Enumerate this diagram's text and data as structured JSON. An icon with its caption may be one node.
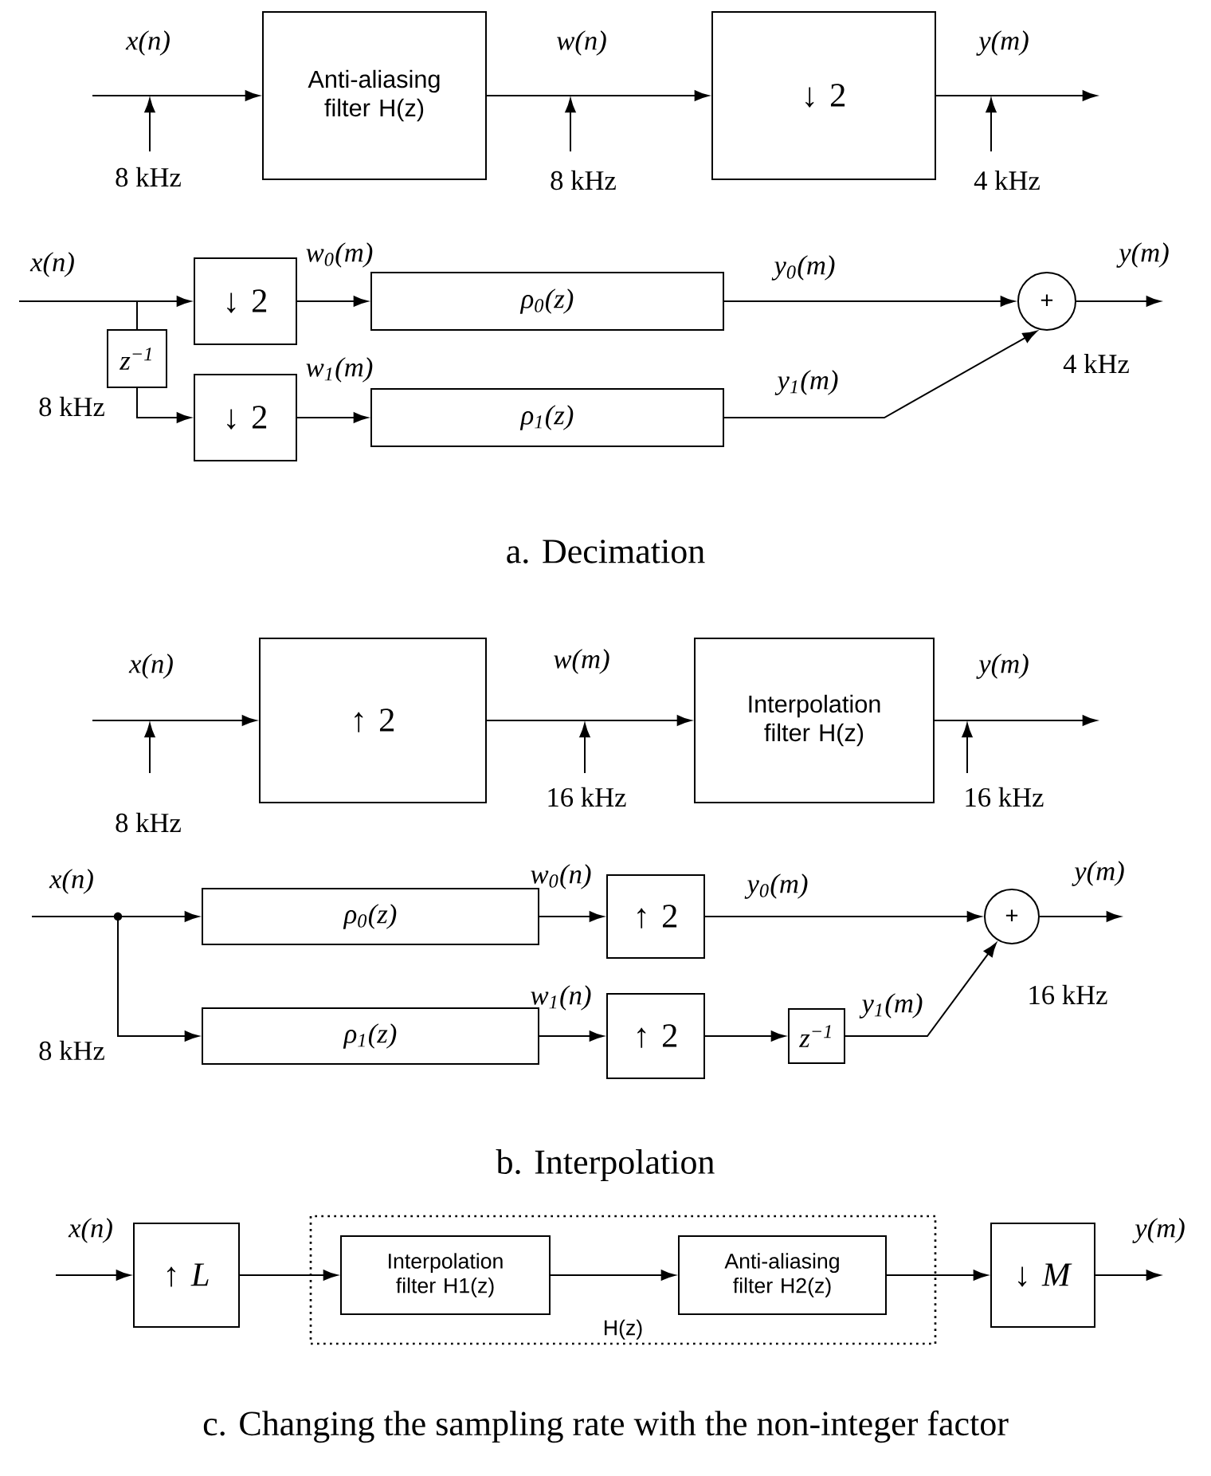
{
  "diagram": {
    "nodes": [
      {
        "text": [
          "Anti-aliasing filter H(z)"
        ]
      },
      {
        "text": [
          "↓ 2"
        ]
      },
      {
        "text": [
          "↓ 2"
        ]
      },
      {
        "text": [
          "z$^{−1}$"
        ]
      },
      {
        "text": [
          "↓ 2"
        ]
      },
      {
        "text": [
          "ρ$_{0}$(z)"
        ]
      },
      {
        "text": [
          "ρ$_{1}$(z)"
        ]
      },
      {
        "text": [
          "+"
        ]
      },
      {
        "text": [
          "↑ 2"
        ]
      },
      {
        "text": [
          "Interpolation filter H(z)"
        ]
      },
      {
        "text": [
          "ρ$_{0}$(z)"
        ]
      },
      {
        "text": [
          "↑ 2"
        ]
      },
      {
        "text": [
          "ρ$_{1}$(z)"
        ]
      },
      {
        "text": [
          "↑ 2"
        ]
      },
      {
        "text": [
          "z$^{−1}$"
        ]
      },
      {
        "text": [
          "+"
        ]
      },
      {
        "text": [
          "↑ *L*"
        ]
      },
      {
        "text": [
          "H(z)"
        ]
      },
      {
        "text": [
          "Interpolation filter H1(z)"
        ],
        "in": 17
      },
      {
        "text": [
          "Anti-aliasing filter H2(z)"
        ],
        "in": 17
      },
      {
        "text": [
          "↓ *M*"
        ]
      }
    ],
    "edges": [
      {
        "from": null,
        "to": 0,
        "arrow": "to"
      },
      {
        "from": 0,
        "to": 1,
        "arrow": "to"
      },
      {
        "from": 1,
        "to": null,
        "arrow": "to"
      },
      {
        "from": null,
        "to": 2,
        "arrow": "to"
      },
      {
        "from": null,
        "to": 3,
        "arrow": "none"
      },
      {
        "from": 3,
        "to": 4,
        "arrow": "to"
      },
      {
        "from": 2,
        "to": 5,
        "arrow": "to"
      },
      {
        "from": 4,
        "to": 6,
        "arrow": "to"
      },
      {
        "from": 5,
        "to": 7,
        "arrow": "to"
      },
      {
        "from": 6,
        "to": 7,
        "arrow": "to"
      },
      {
        "from": 7,
        "to": null,
        "arrow": "to"
      },
      {
        "from": null,
        "to": 8,
        "arrow": "to"
      },
      {
        "from": 8,
        "to": 9,
        "arrow": "to"
      },
      {
        "from": 9,
        "to": null,
        "arrow": "to"
      },
      {
        "from": null,
        "to": 10,
        "arrow": "to"
      },
      {
        "from": null,
        "to": 12,
        "arrow": "to"
      },
      {
        "from": 10,
        "to": 11,
        "arrow": "to"
      },
      {
        "from": 12,
        "to": 13,
        "arrow": "to"
      },
      {
        "from": 13,
        "to": 14,
        "arrow": "to"
      },
      {
        "from": 11,
        "to": 15,
        "arrow": "to"
      },
      {
        "from": 14,
        "to": 15,
        "arrow": "to"
      },
      {
        "from": 15,
        "to": null,
        "arrow": "to"
      },
      {
        "from": null,
        "to": 16,
        "arrow": "to"
      },
      {
        "from": 16,
        "to": 18,
        "arrow": "to"
      },
      {
        "from": 18,
        "to": 19,
        "arrow": "to"
      },
      {
        "from": 19,
        "to": 20,
        "arrow": "to"
      },
      {
        "from": 20,
        "to": null,
        "arrow": "to"
      }
    ],
    "labels": [
      "x(n)",
      "w(n)",
      "y(m)",
      "8 kHz",
      "8 kHz",
      "4 kHz",
      "x(n)",
      "w$_{0}$(m)",
      "y$_{0}$(m)",
      "y(m)",
      "w$_{1}$(m)",
      "y$_{1}$(m)",
      "8 kHz",
      "4 kHz",
      "a. Decimation",
      "x(n)",
      "w(m)",
      "y(m)",
      "16 kHz",
      "16 kHz",
      "8 kHz",
      "x(n)",
      "w$_{0}$(n)",
      "y$_{0}$(m)",
      "y(m)",
      "w$_{1}$(n)",
      "y$_{1}$(m)",
      "16 kHz",
      "8 kHz",
      "b. Interpolation",
      "x(n)",
      "y(m)",
      "c. Changing the sampling rate with the non-integer factor"
    ]
  }
}
